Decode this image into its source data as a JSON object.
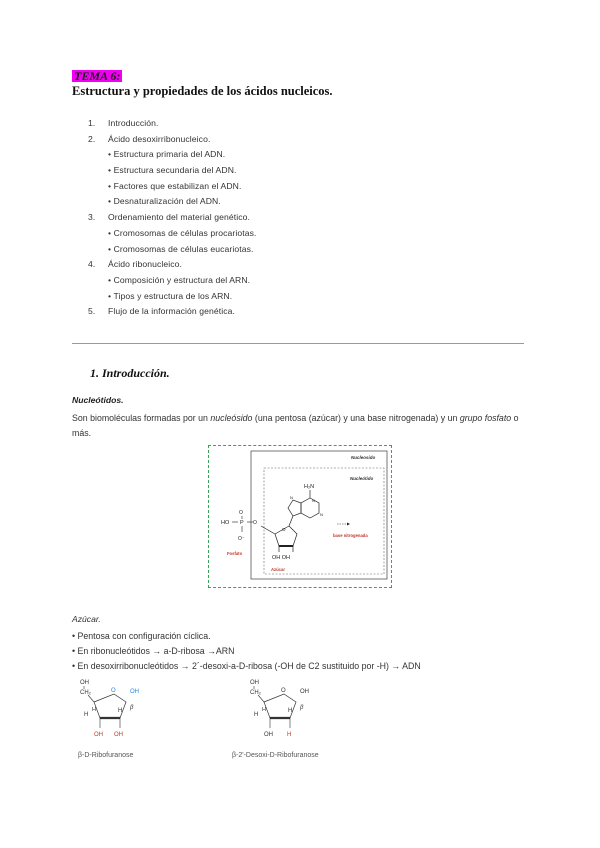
{
  "header": {
    "tema": "TEMA 6:",
    "title": "Estructura y propiedades de los ácidos nucleicos."
  },
  "toc": {
    "items": [
      {
        "num": "1.",
        "label": "Introducción."
      },
      {
        "num": "2.",
        "label": "Ácido desoxirribonucleico.",
        "subs": [
          "• Estructura primaria del ADN.",
          "• Estructura secundaria del ADN.",
          "• Factores que estabilizan el ADN.",
          "• Desnaturalización del ADN."
        ]
      },
      {
        "num": "3.",
        "label": "Ordenamiento del material genético.",
        "subs": [
          "• Cromosomas de células procariotas.",
          "• Cromosomas de células eucariotas."
        ]
      },
      {
        "num": "4.",
        "label": "Ácido ribonucleico.",
        "subs": [
          "• Composición y estructura del ARN.",
          "• Tipos y estructura de los ARN."
        ]
      },
      {
        "num": "5.",
        "label": "Flujo de la información genética."
      }
    ]
  },
  "section1": {
    "title": "1.   Introducción.",
    "nucleotidos_head": "Nucleótidos.",
    "para_a": "Son biomoléculas formadas por un ",
    "para_b": "nucleósido",
    "para_c": " (una pentosa (azúcar) y una base nitrogenada) y un ",
    "para_d": "grupo fosfato",
    "para_e": " o más."
  },
  "figure": {
    "nucleosido": "Nucleosido",
    "nucleotido": "Nucleótido",
    "nh2": "H₂N",
    "base": "base nitrogenada",
    "fosfato": "Fosfato",
    "azucar": "Azúcar",
    "ho": "HO",
    "p": "P",
    "o_top": "O",
    "o_bottom": "O⁻",
    "oh_oh": "OH OH"
  },
  "azucar": {
    "head": "Azúcar.",
    "bullets": [
      "• Pentosa con configuración cíclica.",
      "• En ribonucleótidos → a-D-ribosa →ARN",
      "• En desoxirribonucleótidos → 2´-desoxi-a-D-ribosa (-OH de C2 sustituido por -H) → ADN"
    ]
  },
  "sugars": {
    "left_caption": "β-D-Ribofuranose",
    "right_caption": "β-2'-Desoxi-D-Ribofuranose",
    "oh": "OH",
    "h": "H",
    "o": "O",
    "beta": "β",
    "ch2": "CH₂"
  }
}
